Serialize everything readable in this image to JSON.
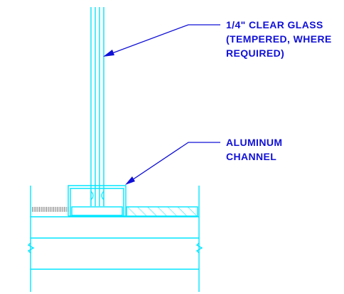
{
  "colors": {
    "background": "#ffffff",
    "linework": "#00e5ff",
    "callouts": "#1010d8",
    "hatch_grey": "#7a7a7a"
  },
  "callouts": {
    "glass": {
      "lines": [
        "1/4\" CLEAR GLASS",
        "(TEMPERED, WHERE",
        "REQUIRED)"
      ]
    },
    "channel": {
      "lines": [
        "ALUMINUM",
        "CHANNEL"
      ]
    }
  }
}
